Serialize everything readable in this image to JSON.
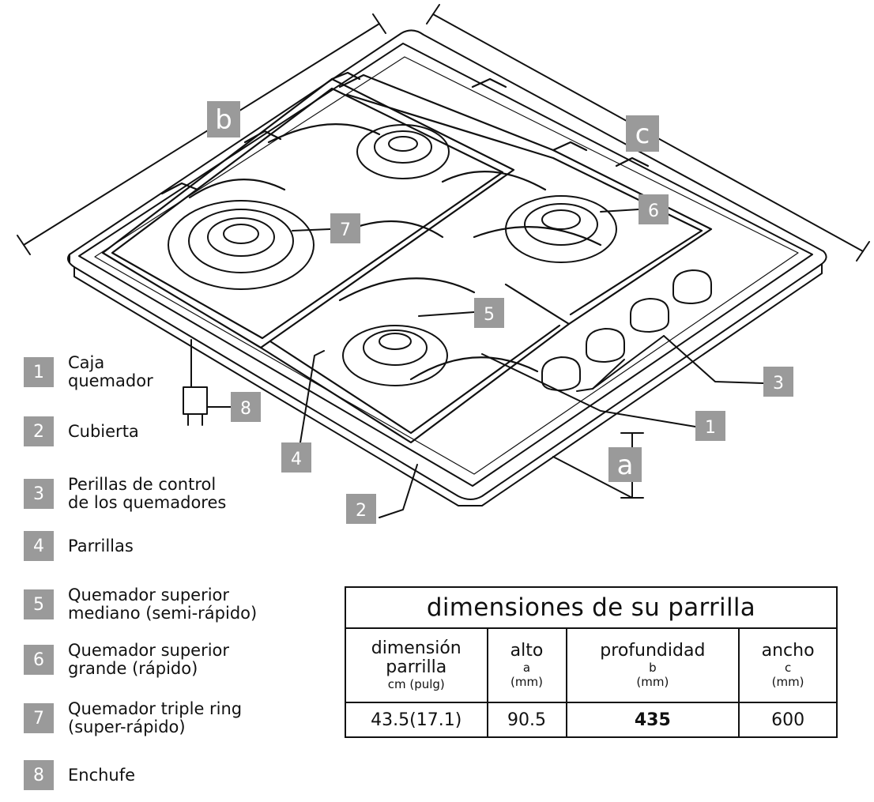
{
  "dimension_labels": {
    "a": "a",
    "b": "b",
    "c": "c"
  },
  "callouts": [
    "1",
    "2",
    "3",
    "4",
    "5",
    "6",
    "7",
    "8"
  ],
  "legend": [
    {
      "num": "1",
      "text": "Caja\nquemador"
    },
    {
      "num": "2",
      "text": "Cubierta"
    },
    {
      "num": "3",
      "text": "Perillas de control\nde los quemadores"
    },
    {
      "num": "4",
      "text": "Parrillas"
    },
    {
      "num": "5",
      "text": "Quemador superior\nmediano (semi-rápido)"
    },
    {
      "num": "6",
      "text": "Quemador superior\ngrande (rápido)"
    },
    {
      "num": "7",
      "text": "Quemador triple ring\n(super-rápido)"
    },
    {
      "num": "8",
      "text": "Enchufe"
    }
  ],
  "table": {
    "title": "dimensiones de su parrilla",
    "headers": [
      {
        "main": "dimensión\nparrilla",
        "sub": "cm (pulg)"
      },
      {
        "main": "alto",
        "sub": "a\n(mm)"
      },
      {
        "main": "profundidad",
        "sub": "b\n(mm)"
      },
      {
        "main": "ancho",
        "sub": "c\n(mm)"
      }
    ],
    "values": [
      "43.5(17.1)",
      "90.5",
      "435",
      "600"
    ]
  },
  "colors": {
    "callout_box": "#9a9a9a",
    "line": "#111111"
  }
}
